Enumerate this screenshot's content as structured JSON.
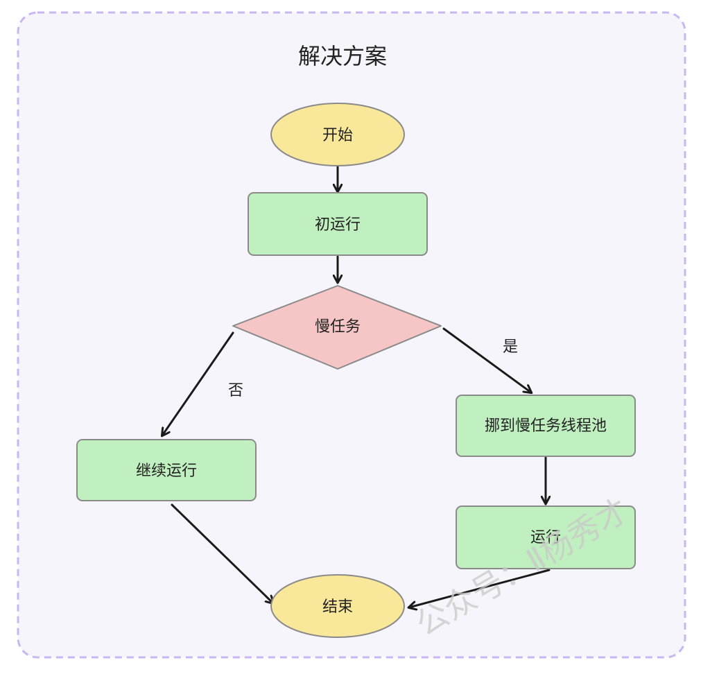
{
  "title": "解决方案",
  "nodes": {
    "start": "开始",
    "initial_run": "初运行",
    "slow_task": "慢任务",
    "continue_run": "继续运行",
    "move_pool": "挪到慢任务线程池",
    "run": "运行",
    "end": "结束"
  },
  "edge_labels": {
    "yes": "是",
    "no": "否"
  },
  "watermark": "公众号：Ⅱ杨秀才",
  "colors": {
    "background": "#f5f5fb",
    "border": "#c9b7f2",
    "terminal_fill": "#fae89a",
    "process_fill": "#c1f0c0",
    "decision_fill": "#f6c6c6",
    "stroke": "#8a8a8a",
    "arrow": "#1a1a1a"
  }
}
